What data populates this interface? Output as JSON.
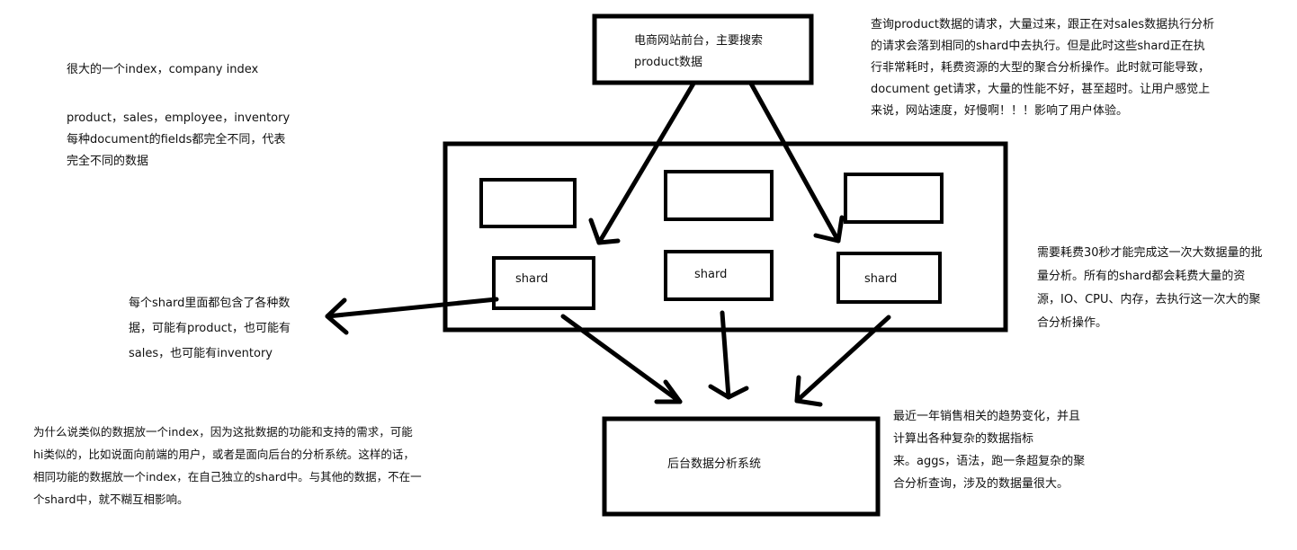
{
  "frontend_box": {
    "line1": "电商网站前台，主要搜索",
    "line2": "product数据"
  },
  "backend_box": {
    "label": "后台数据分析系统"
  },
  "shards": [
    {
      "label": "shard"
    },
    {
      "label": "shard"
    },
    {
      "label": "shard"
    }
  ],
  "notes": {
    "index_note": {
      "title": "很大的一个index，company index",
      "types": "product，sales，employee，inventory",
      "desc_line1": "每种document的fields都完全不同，代表",
      "desc_line2": "完全不同的数据"
    },
    "query_note": {
      "lines": [
        "查询product数据的请求，大量过来，跟正在对sales数据执行分析",
        "的请求会落到相同的shard中去执行。但是此时这些shard正在执",
        "行非常耗时，耗费资源的大型的聚合分析操作。此时就可能导致，",
        "document get请求，大量的性能不好，甚至超时。让用户感觉上",
        "来说，网站速度，好慢啊！！！影响了用户体验。"
      ]
    },
    "cost_note": {
      "lines": [
        "需要耗费30秒才能完成这一次大数据量的批",
        "量分析。所有的shard都会耗费大量的资",
        "源，IO、CPU、内存，去执行这一次大的聚",
        "合分析操作。"
      ]
    },
    "shard_note": {
      "lines": [
        "每个shard里面都包含了各种数",
        "据，可能有product，也可能有",
        "sales，也可能有inventory"
      ]
    },
    "why_note": {
      "lines": [
        "为什么说类似的数据放一个index，因为这批数据的功能和支持的需求，可能",
        "hi类似的，比如说面向前端的用户，或者是面向后台的分析系统。这样的话，",
        "相同功能的数据放一个index，在自己独立的shard中。与其他的数据，不在一",
        "个shard中，就不糊互相影响。"
      ]
    },
    "trend_note": {
      "lines": [
        "最近一年销售相关的趋势变化，并且",
        "计算出各种复杂的数据指标",
        "来。aggs，语法，跑一条超复杂的聚",
        "合分析查询，涉及的数据量很大。"
      ]
    }
  }
}
